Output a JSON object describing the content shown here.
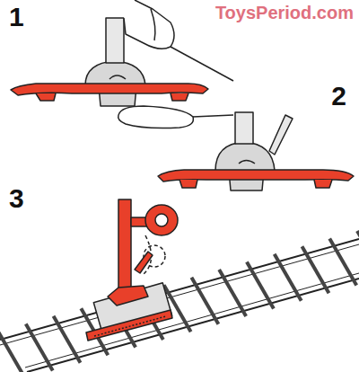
{
  "diagram": {
    "labels": [
      "ToysPeriod.com",
      "1",
      "2",
      "3"
    ]
  }
}
